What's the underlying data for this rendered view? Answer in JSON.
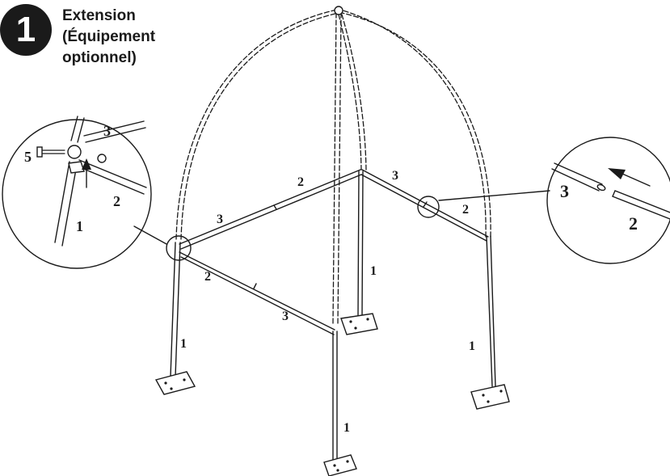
{
  "step": {
    "number": "1"
  },
  "title": {
    "line1": "Extension",
    "line2": "(Équipement",
    "line3": "optionnel)"
  },
  "labels": {
    "main": [
      "3",
      "2",
      "3",
      "2",
      "2",
      "3",
      "1",
      "1",
      "1",
      "1"
    ],
    "detail_left": [
      "5",
      "3",
      "2",
      "1"
    ],
    "detail_right": [
      "3",
      "2"
    ]
  },
  "colors": {
    "ink": "#1a1a1a",
    "background": "#ffffff"
  },
  "icons": [
    "bolt-icon",
    "nut-icon",
    "arrow-up-icon",
    "arrow-left-icon"
  ]
}
